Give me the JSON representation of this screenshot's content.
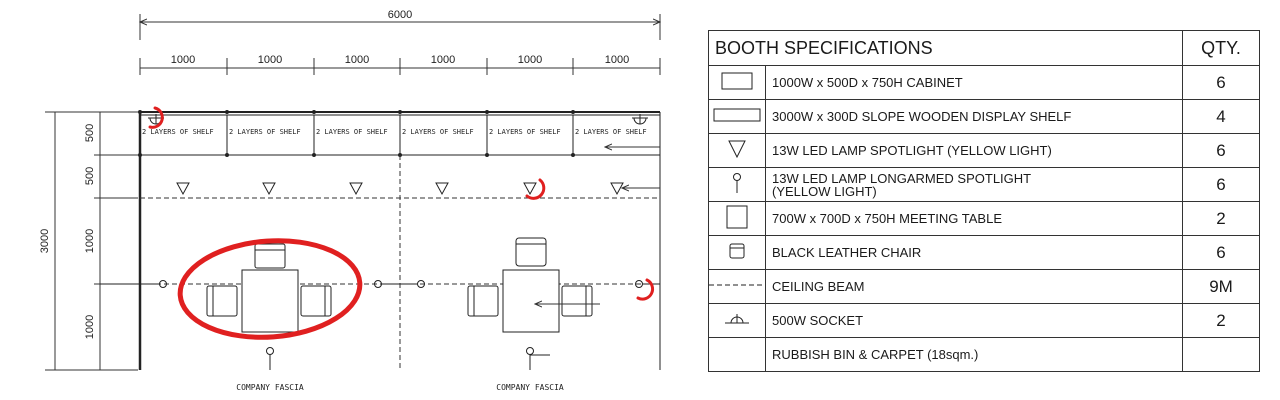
{
  "plan": {
    "overall_width": "6000",
    "segment_width": "1000",
    "overall_depth": "3000",
    "depth_segments": [
      "500",
      "500",
      "1000",
      "1000"
    ],
    "shelf_label": "2 LAYERS OF SHELF",
    "fascia_left": "COMPANY FASCIA",
    "fascia_right": "COMPANY FASCIA",
    "markup_color": "#e02020"
  },
  "spec": {
    "title": "BOOTH SPECIFICATIONS",
    "qty_header": "QTY.",
    "rows": [
      {
        "icon": "cabinet-icon",
        "desc": "1000W x 500D x 750H CABINET",
        "qty": "6"
      },
      {
        "icon": "display-shelf-icon",
        "desc": "3000W x 300D SLOPE WOODEN DISPLAY SHELF",
        "qty": "4"
      },
      {
        "icon": "spotlight-icon",
        "desc": "13W LED LAMP SPOTLIGHT (YELLOW LIGHT)",
        "qty": "6"
      },
      {
        "icon": "longarm-spotlight-icon",
        "desc_line1": "13W LED LAMP LONGARMED SPOTLIGHT",
        "desc_line2": "(YELLOW LIGHT)",
        "qty": "6"
      },
      {
        "icon": "meeting-table-icon",
        "desc": "700W x 700D x 750H MEETING TABLE",
        "qty": "2"
      },
      {
        "icon": "chair-icon",
        "desc": "BLACK LEATHER CHAIR",
        "qty": "6"
      },
      {
        "icon": "ceiling-beam-icon",
        "desc": "CEILING BEAM",
        "qty": "9M"
      },
      {
        "icon": "socket-icon",
        "desc": "500W SOCKET",
        "qty": "2"
      },
      {
        "icon": "",
        "desc": "RUBBISH BIN & CARPET (18sqm.)",
        "qty": ""
      }
    ]
  }
}
